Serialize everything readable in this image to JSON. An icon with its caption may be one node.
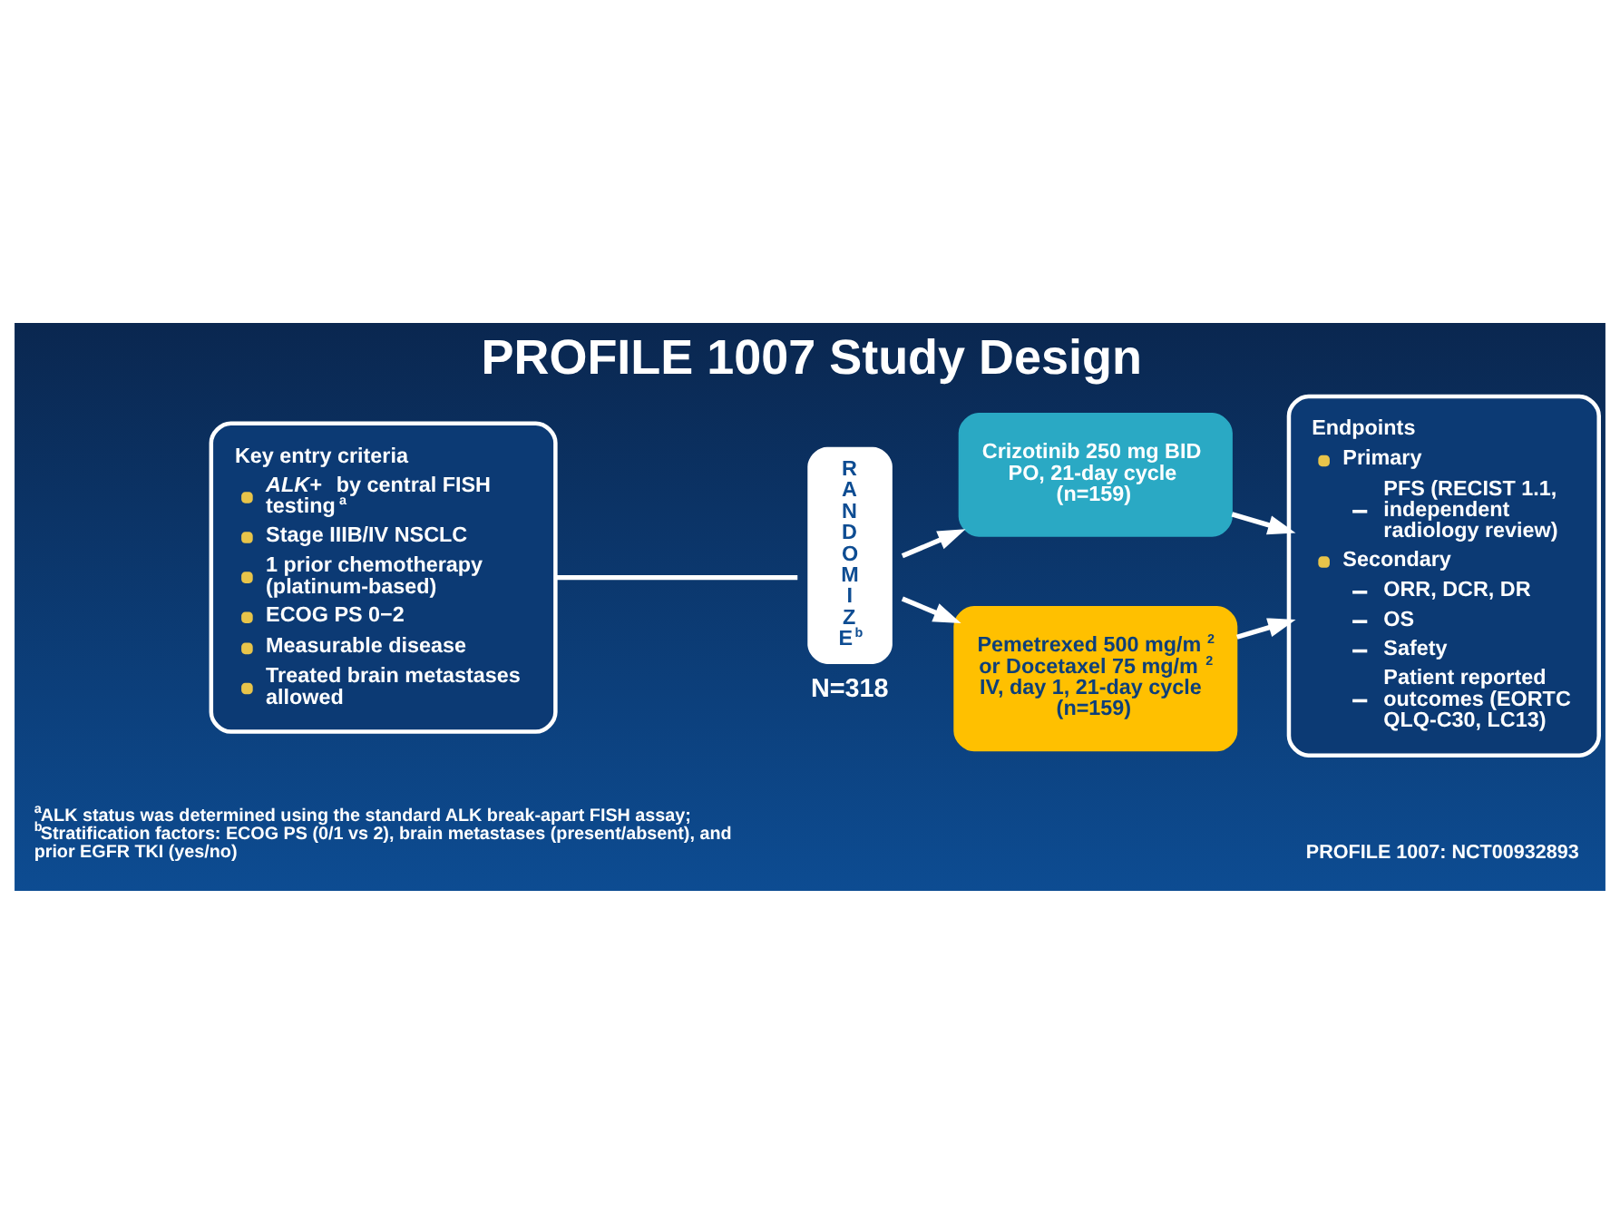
{
  "diagram": {
    "title": "PROFILE 1007 Study Design",
    "nodes": [
      {
        "text": [
          "Key entry criteria",
          "*ALK+* by central FISH testing$^{a}$",
          "Stage IIIB/IV NSCLC",
          "1 prior chemotherapy (platinum-based)",
          "ECOG PS 0−2",
          "Measurable disease",
          "Treated brain metastases allowed"
        ]
      },
      {
        "text": [
          "RANDOMIZE$^{b}$"
        ],
        "beside": [
          "N=318"
        ]
      },
      {
        "text": [
          "Crizotinib 250 mg BID PO, 21-day cycle (n=159)"
        ]
      },
      {
        "text": [
          "Pemetrexed 500 mg/m$^{2}$ or Docetaxel 75 mg/m$^{2}$ IV, day 1, 21-day cycle (n=159)"
        ]
      },
      {
        "text": [
          "Endpoints",
          "Primary",
          "PFS (RECIST 1.1, independent radiology review)",
          "Secondary",
          "ORR, DCR, DR",
          "OS",
          "Safety",
          "Patient reported outcomes (EORTC QLQ-C30, LC13)"
        ]
      }
    ],
    "edges": [
      {
        "from": 0,
        "to": 1,
        "arrow": "none"
      },
      {
        "from": 1,
        "to": 2,
        "arrow": "to"
      },
      {
        "from": 1,
        "to": 3,
        "arrow": "to"
      },
      {
        "from": 2,
        "to": 4,
        "arrow": "to"
      },
      {
        "from": 3,
        "to": 4,
        "arrow": "to"
      }
    ],
    "labels": [
      "$^{a}$ALK status was determined using the standard ALK break-apart FISH assay;",
      "$^{b}$Stratification factors: ECOG PS (0/1 vs 2), brain metastases (present/absent), and prior EGFR TKI (yes/no)",
      "PROFILE 1007: NCT00932893"
    ]
  }
}
